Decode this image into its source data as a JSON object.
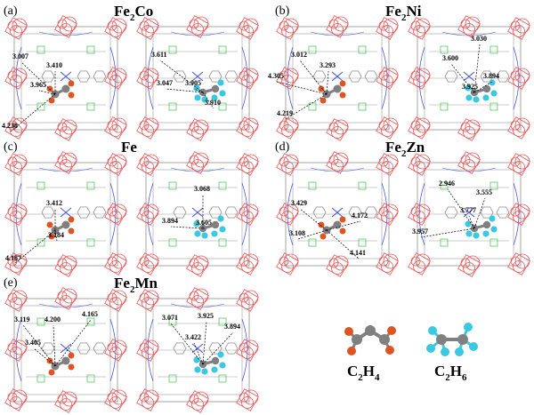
{
  "panels": [
    {
      "id": "a",
      "label": "(a)",
      "metal": "Fe",
      "sub": "2",
      "metal2": "Co",
      "left": [
        [
          "3.007",
          -48,
          -40
        ],
        [
          "3.410",
          -10,
          -30
        ],
        [
          "3.965",
          -28,
          -8
        ],
        [
          "4.238",
          -60,
          38
        ]
      ],
      "right": [
        [
          "3.611",
          -58,
          -40
        ],
        [
          "3.047",
          -52,
          -8
        ],
        [
          "3.905",
          -20,
          -8
        ],
        [
          "3.910",
          2,
          14
        ]
      ]
    },
    {
      "id": "b",
      "label": "(b)",
      "metal": "Fe",
      "sub": "2",
      "metal2": "Ni",
      "left": [
        [
          "3.012",
          -40,
          -42
        ],
        [
          "3.293",
          -8,
          -30
        ],
        [
          "4.305",
          -66,
          -18
        ],
        [
          "4.219",
          -56,
          24
        ]
      ],
      "right": [
        [
          "3.030",
          -4,
          -58
        ],
        [
          "3.600",
          -36,
          -36
        ],
        [
          "3.894",
          10,
          -16
        ],
        [
          "3.925",
          -14,
          -4
        ]
      ]
    },
    {
      "id": "c",
      "label": "(c)",
      "metal": "Fe",
      "sub": "",
      "metal2": "",
      "left": [
        [
          "3.412",
          -10,
          -28
        ],
        [
          "3.184",
          -8,
          8
        ],
        [
          "4.187",
          -56,
          34
        ]
      ],
      "right": [
        [
          "3.068",
          -10,
          -42
        ],
        [
          "3.894",
          -46,
          -6
        ],
        [
          "3.605",
          -8,
          -4
        ]
      ]
    },
    {
      "id": "d",
      "label": "(d)",
      "metal": "Fe",
      "sub": "2",
      "metal2": "Zn",
      "left": [
        [
          "3.429",
          -40,
          -28
        ],
        [
          "3.108",
          -42,
          6
        ],
        [
          "4.172",
          28,
          -14
        ],
        [
          "4.141",
          26,
          28
        ]
      ],
      "right": [
        [
          "2.946",
          -40,
          -48
        ],
        [
          "3.555",
          2,
          -38
        ],
        [
          "3.777",
          -16,
          -18
        ],
        [
          "3.957",
          -70,
          6
        ]
      ]
    },
    {
      "id": "e",
      "label": "(e)",
      "metal": "Fe",
      "sub": "2",
      "metal2": "Mn",
      "left": [
        [
          "3.119",
          -46,
          -50
        ],
        [
          "4.200",
          -12,
          -50
        ],
        [
          "4.165",
          30,
          -56
        ],
        [
          "3.405",
          -34,
          -24
        ]
      ],
      "right": [
        [
          "3.071",
          -46,
          -50
        ],
        [
          "3.925",
          -6,
          -52
        ],
        [
          "3.894",
          24,
          -40
        ],
        [
          "3.422",
          -20,
          -28
        ]
      ]
    }
  ],
  "legend": {
    "c2h4": {
      "main": "C",
      "sub1": "2",
      "mid": "H",
      "sub2": "4"
    },
    "c2h6": {
      "main": "C",
      "sub1": "2",
      "mid": "H",
      "sub2": "6"
    }
  },
  "colors": {
    "frame_red": "#e8585a",
    "linker_gray": "#9c9c9c",
    "linker_blue": "#4b5bd6",
    "node_green": "#3cc24a",
    "carbon": "#808080",
    "c2h4_h": "#dd5522",
    "c2h6_h": "#3cc8e0"
  }
}
